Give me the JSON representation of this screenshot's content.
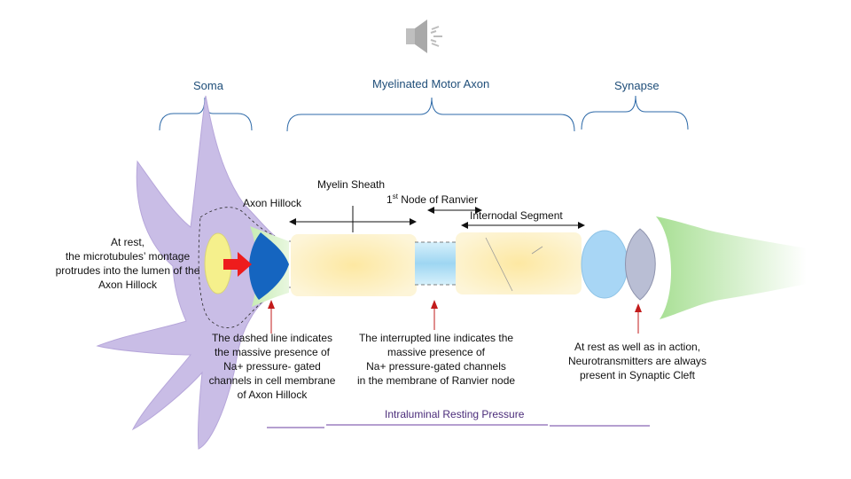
{
  "labels": {
    "soma": "Soma",
    "axon": "Myelinated Motor Axon",
    "synapse": "Synapse",
    "myelin_sheath": "Myelin Sheath",
    "axon_hillock": "Axon Hillock",
    "node_prefix": "1",
    "node_sup": "st",
    "node_suffix": " Node of Ranvier",
    "internodal": "Internodal Segment",
    "intraluminal": "Intraluminal Resting Pressure"
  },
  "notes": {
    "at_rest": [
      "At rest,",
      "the microtubules’ montage",
      "protrudes into the lumen of the",
      "Axon Hillock"
    ],
    "dashed_line": [
      "The dashed line indicates",
      "the massive presence of",
      "Na+ pressure- gated",
      "channels in cell membrane",
      "of Axon Hillock"
    ],
    "interrupted_line": [
      "The interrupted line indicates the",
      "massive presence of",
      "Na+ pressure-gated channels",
      "in the membrane of  Ranvier node"
    ],
    "synaptic": [
      "At rest as well as in action,",
      "Neurotransmitters are always",
      "present in Synaptic Cleft"
    ]
  },
  "icons": {
    "speaker": "speaker-icon"
  },
  "colors": {
    "soma": "#c9bde6",
    "myelin": "#fde9a9",
    "node_lumen": "#a9dcf5",
    "hillock": "#1565c0",
    "nucleus": "#f5f08c",
    "arrow": "#ee1c1c",
    "bracket": "#2e6aa8",
    "underline": "#6b3fa0",
    "terminal": "#a8d6f5",
    "postsynaptic": "#b8e6a6"
  }
}
